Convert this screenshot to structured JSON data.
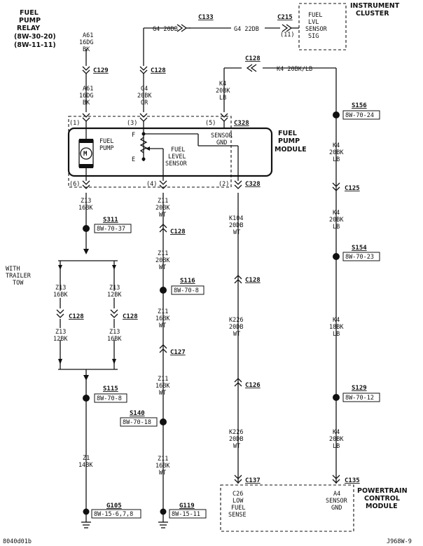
{
  "relay": {
    "line1": "FUEL",
    "line2": "PUMP",
    "line3": "RELAY",
    "ref1": "(8W-30-20)",
    "ref2": "(8W-11-11)"
  },
  "cluster": {
    "line1": "INSTRUMENT",
    "line2": "CLUSTER",
    "fuel": "FUEL",
    "lvl": "LVL",
    "sensor": "SENSOR",
    "sig": "SIG",
    "pin": "(11)"
  },
  "module": {
    "line1": "FUEL",
    "line2": "PUMP",
    "line3": "MODULE",
    "pump1": "FUEL",
    "pump2": "PUMP",
    "motor": "M",
    "f": "F",
    "e": "E",
    "lvl1": "FUEL",
    "lvl2": "LEVEL",
    "lvl3": "SENSOR",
    "gnd1": "SENSOR",
    "gnd2": "GND"
  },
  "pcm": {
    "line1": "POWERTRAIN",
    "line2": "CONTROL",
    "line3": "MODULE",
    "c26a": "C26",
    "c26b": "LOW",
    "c26c": "FUEL",
    "c26d": "SENSE",
    "a4a": "A4",
    "a4b": "SENSOR",
    "a4c": "GND"
  },
  "connectors": {
    "c129": "C129",
    "c128": "C128",
    "c133": "C133",
    "c215": "C215",
    "c328": "C328",
    "c125": "C125",
    "c127": "C127",
    "c126": "C126",
    "c137": "C137",
    "c135": "C135"
  },
  "splices": {
    "s311": "S311",
    "s311ref": "8W-70-37",
    "s156": "S156",
    "s156ref": "8W-70-24",
    "s154": "S154",
    "s154ref": "8W-70-23",
    "s116": "S116",
    "s116ref": "8W-70-8",
    "s115": "S115",
    "s115ref": "8W-70-8",
    "s140": "S140",
    "s140ref": "8W-70-18",
    "s129": "S129",
    "s129ref": "8W-70-12"
  },
  "grounds": {
    "g105": "G105",
    "g105ref": "8W-15-6,7,8",
    "g119": "G119",
    "g119ref": "8W-15-11"
  },
  "pins": {
    "p1": "(1)",
    "p3": "(3)",
    "p5": "(5)",
    "p6": "(6)",
    "p4": "(4)",
    "p2": "(2)"
  },
  "wires": {
    "a61": "A61",
    "a61g": "16DG",
    "a61bk": "BK",
    "a61g2": "16DG",
    "g4": "G4 20DB",
    "g4b": "G4 22DB",
    "g4c": "G4",
    "g4d": "20BK",
    "g4e": "OR",
    "k4top": "K4 20BK/LB",
    "k4a": "K4",
    "k4b": "20BK",
    "k4c": "LB",
    "k4d": "K4",
    "k4e": "20BK",
    "k4f": "LB",
    "k4g": "K4",
    "k4h": "20BK",
    "k4i": "LB",
    "k4j": "K4",
    "k4k": "18BK",
    "k4l": "LB",
    "k4m": "K4",
    "k4n": "20BK",
    "k4o": "LB",
    "z13a": "Z13",
    "z13b": "16BK",
    "z13c": "Z13",
    "z13d": "16BK",
    "z13e": "Z13",
    "z13f": "12BK",
    "z13g": "Z13",
    "z13h": "12BK",
    "z13i": "Z13",
    "z13j": "16BK",
    "z11a": "Z11",
    "z11b": "20BK",
    "z11c": "WT",
    "z11d": "Z11",
    "z11e": "20BK",
    "z11f": "WT",
    "z11g": "Z11",
    "z11h": "16BK",
    "z11i": "WT",
    "z11j": "Z11",
    "z11k": "16BK",
    "z11l": "WT",
    "z11m": "Z11",
    "z11n": "16BK",
    "z11o": "WT",
    "k104a": "K104",
    "k104b": "20DB",
    "k104c": "WT",
    "k226a": "K226",
    "k226b": "20DB",
    "k226c": "WT",
    "k226d": "K226",
    "k226e": "20DB",
    "k226f": "WT",
    "z1a": "Z1",
    "z1b": "14BK"
  },
  "trailer": {
    "line1": "WITH",
    "line2": "TRAILER",
    "line3": "TOW"
  },
  "footer": {
    "left": "8040d01b",
    "right": "J968W-9"
  }
}
